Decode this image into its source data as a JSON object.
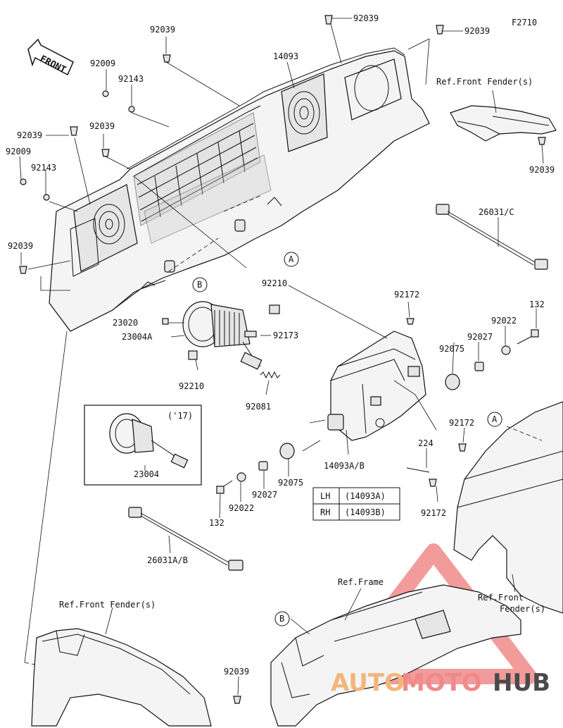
{
  "diagram": {
    "figure_id": "F2710",
    "front_label": "FRONT",
    "parts": {
      "p92039_a": "92039",
      "p92039_b": "92039",
      "p92039_c": "92039",
      "p92039_d": "92039",
      "p92039_e": "92039",
      "p92039_f": "92039",
      "p92039_g": "92039",
      "p92039_h": "92039",
      "p92009_a": "92009",
      "p92009_b": "92009",
      "p92143_a": "92143",
      "p92143_b": "92143",
      "p14093": "14093",
      "p26031c": "26031/C",
      "p92210_a": "92210",
      "p92210_b": "92210",
      "p23020": "23020",
      "p23004a": "23004A",
      "p92173": "92173",
      "p92172_a": "92172",
      "p92172_b": "92172",
      "p92172_c": "92172",
      "p132_a": "132",
      "p132_b": "132",
      "p92022_a": "92022",
      "p92022_b": "92022",
      "p92027_a": "92027",
      "p92027_b": "92027",
      "p92075_a": "92075",
      "p92075_b": "92075",
      "p92081": "92081",
      "p224": "224",
      "p14093ab": "14093A/B",
      "p23004": "23004",
      "p26031ab": "26031A/B"
    },
    "inset_year": "('17)",
    "refs": {
      "front_fender_top": "Ref.Front Fender(s)",
      "front_fender_bottom": "Ref.Front Fender(s)",
      "frame": "Ref.Frame",
      "front_fender_right_1": "Ref.Front",
      "front_fender_right_2": "Fender(s)"
    },
    "callouts": {
      "a1": "A",
      "a2": "A",
      "b1": "B",
      "b2": "B"
    },
    "side_table": {
      "rows": [
        {
          "side": "LH",
          "part": "(14093A)"
        },
        {
          "side": "RH",
          "part": "(14093B)"
        }
      ]
    },
    "watermark": {
      "part1": "AUTO",
      "part2": "MOTO",
      "part3": "HUB",
      "color_main": "#f08a8a",
      "color_accent": "#f3b67a",
      "color_dark": "#4a4a4a"
    }
  }
}
